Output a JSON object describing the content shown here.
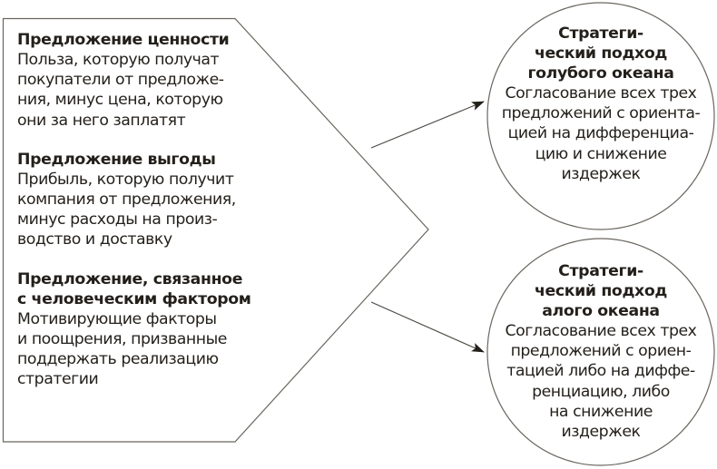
{
  "colors": {
    "stroke": "#6b665f",
    "text": "#231f1a",
    "arrow": "#231f1a",
    "background": "#ffffff"
  },
  "left_panel": {
    "blocks": [
      {
        "title_lines": [
          "Предложение ценности"
        ],
        "body_lines": [
          "Польза, которую получат",
          "покупатели от предложе-",
          "ния, минус цена, которую",
          "они за него заплатят"
        ]
      },
      {
        "title_lines": [
          "Предложение выгоды"
        ],
        "body_lines": [
          "Прибыль, которую получит",
          "компания от предложения,",
          "минус расходы на произ-",
          "водство и доставку"
        ]
      },
      {
        "title_lines": [
          "Предложение, связанное",
          "с человеческим фактором"
        ],
        "body_lines": [
          "Мотивирующие факторы",
          "и поощрения, призванные",
          "поддержать реализацию",
          "стратегии"
        ]
      }
    ]
  },
  "circles": [
    {
      "title_lines": [
        "Стратеги-",
        "ческий подход",
        "голубого океана"
      ],
      "body_lines": [
        "Согласование всех трех",
        "предложений с ориента-",
        "цией на дифференциа-",
        "цию и снижение",
        "издержек"
      ]
    },
    {
      "title_lines": [
        "Стратеги-",
        "ческий подход",
        "алого океана"
      ],
      "body_lines": [
        "Согласование всех трех",
        "предложений с ориен-",
        "тацией либо на диффе-",
        "ренциацию, либо",
        "на снижение",
        "издержек"
      ]
    }
  ],
  "arrows": [
    {
      "from": "left-panel",
      "to": "circle-blue-ocean"
    },
    {
      "from": "left-panel",
      "to": "circle-red-ocean"
    }
  ]
}
